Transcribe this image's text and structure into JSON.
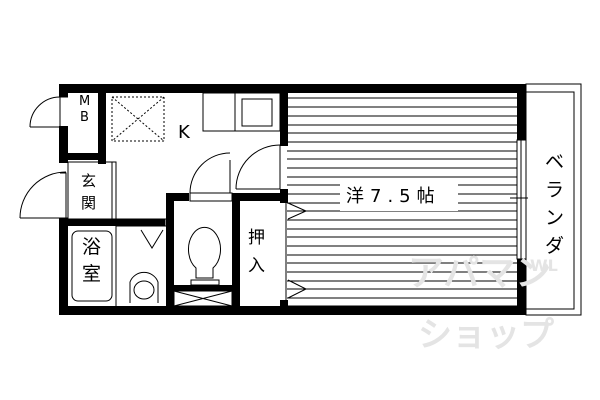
{
  "floorplan": {
    "rooms": {
      "mb": {
        "line1": "M",
        "line2": "B"
      },
      "kitchen": {
        "label": "K"
      },
      "entrance": {
        "line1": "玄",
        "line2": "関"
      },
      "bath": {
        "line1": "浴",
        "line2": "室"
      },
      "closet": {
        "line1": "押",
        "line2": "入"
      },
      "western_room": {
        "label": "洋7.5帖"
      },
      "balcony": {
        "label": "ベランダ"
      }
    },
    "colors": {
      "wall": "#000000",
      "background": "#ffffff",
      "watermark": "#e4e4e4"
    }
  },
  "watermark": {
    "line1": "アパマン",
    "line2": "ショップ",
    "small": "WL"
  }
}
